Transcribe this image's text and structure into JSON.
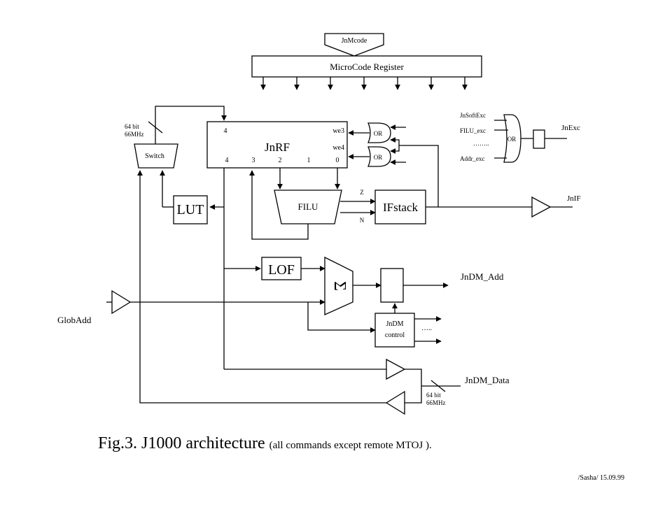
{
  "inputs": {
    "microcode": "JnMcode",
    "global_address": "GlobAdd"
  },
  "microcode_register": {
    "label": "MicroCode Register"
  },
  "register_file": {
    "label": "JnRF",
    "top_port": "4",
    "write_enable_3": "we3",
    "write_enable_4": "we4",
    "bottom_ports": [
      "4",
      "3",
      "2",
      "1",
      "0"
    ]
  },
  "switch": {
    "label": "Switch",
    "bus_width": "64 bit",
    "bus_clock": "66MHz"
  },
  "lut": {
    "label": "LUT"
  },
  "filu": {
    "label": "FILU",
    "flag_z": "Z",
    "flag_n": "N"
  },
  "ifstack": {
    "label": "IFstack"
  },
  "or_gates": {
    "label": "OR"
  },
  "exception_or": {
    "label": "OR",
    "inputs": [
      "JnSoftExc",
      "FILU_exc",
      "……..",
      "Addr_exc"
    ]
  },
  "outputs": {
    "exception": "JnExc",
    "interface": "JnIF",
    "dm_address": "JnDM_Add",
    "dm_data": "JnDM_Data"
  },
  "lof": {
    "label": "LOF"
  },
  "adder": {
    "symbol": "Σ"
  },
  "dm_control": {
    "line1": "JnDM",
    "line2": "control",
    "ellipsis": "….."
  },
  "data_bus": {
    "bus_width": "64 bit",
    "bus_clock": "66MHz"
  },
  "caption": {
    "main": "Fig.3. J1000 architecture",
    "note": "(all commands except remote MTOJ )."
  },
  "signature": "/Sasha/ 15.09.99"
}
